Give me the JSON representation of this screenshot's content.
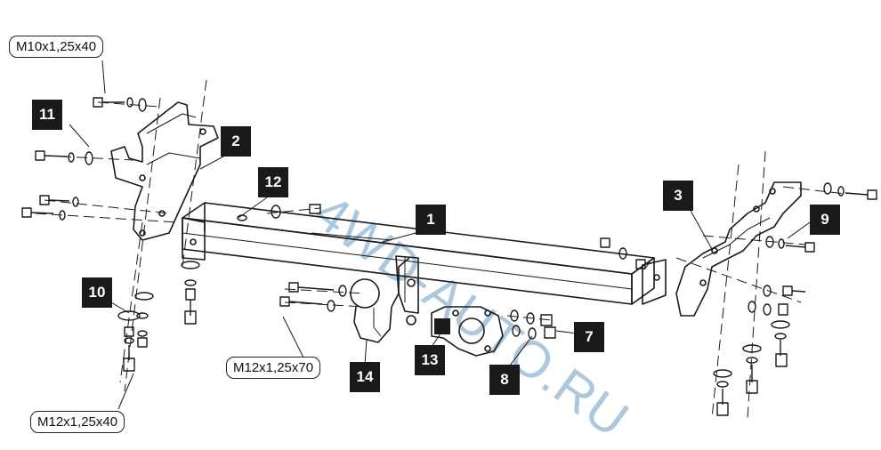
{
  "watermark": {
    "text": "4WD-AUTO.RU",
    "color": "#aac8e0"
  },
  "callouts": [
    {
      "id": "1",
      "label": "1"
    },
    {
      "id": "2",
      "label": "2"
    },
    {
      "id": "3",
      "label": "3"
    },
    {
      "id": "7",
      "label": "7"
    },
    {
      "id": "8",
      "label": "8"
    },
    {
      "id": "9",
      "label": "9"
    },
    {
      "id": "10",
      "label": "10"
    },
    {
      "id": "11",
      "label": "11"
    },
    {
      "id": "12",
      "label": "12"
    },
    {
      "id": "13",
      "label": "13"
    },
    {
      "id": "14",
      "label": "14"
    }
  ],
  "specs": {
    "top_left": "M10x1,25x40",
    "middle": "M12x1,25x70",
    "bottom_left": "M12x1,25x40"
  }
}
